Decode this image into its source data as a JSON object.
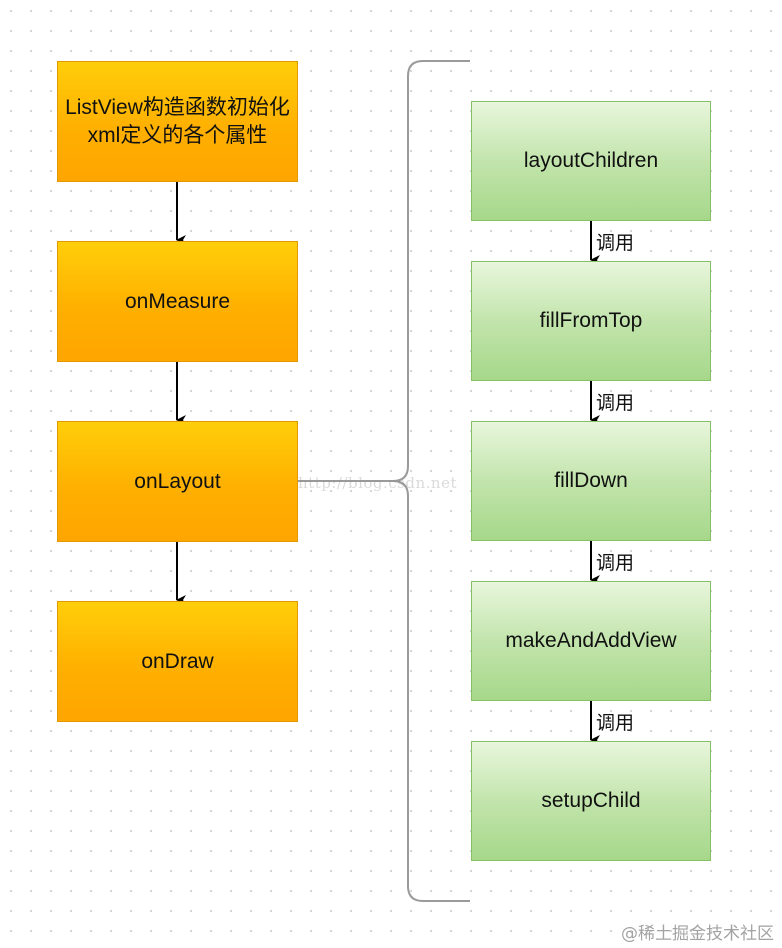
{
  "left_flow": {
    "step1": "ListView构造函数初始化xml定义的各个属性",
    "step2": "onMeasure",
    "step3": "onLayout",
    "step4": "onDraw"
  },
  "right_flow": {
    "step1": "layoutChildren",
    "step2": "fillFromTop",
    "step3": "fillDown",
    "step4": "makeAndAddView",
    "step5": "setupChild",
    "call_label": "调用"
  },
  "watermark": "http://blog.csdn.net",
  "footer": "@稀土掘金技术社区",
  "colors": {
    "orange_box": "#ffb000",
    "green_box": "#bfe3a8",
    "bracket": "#9a9a9a"
  }
}
